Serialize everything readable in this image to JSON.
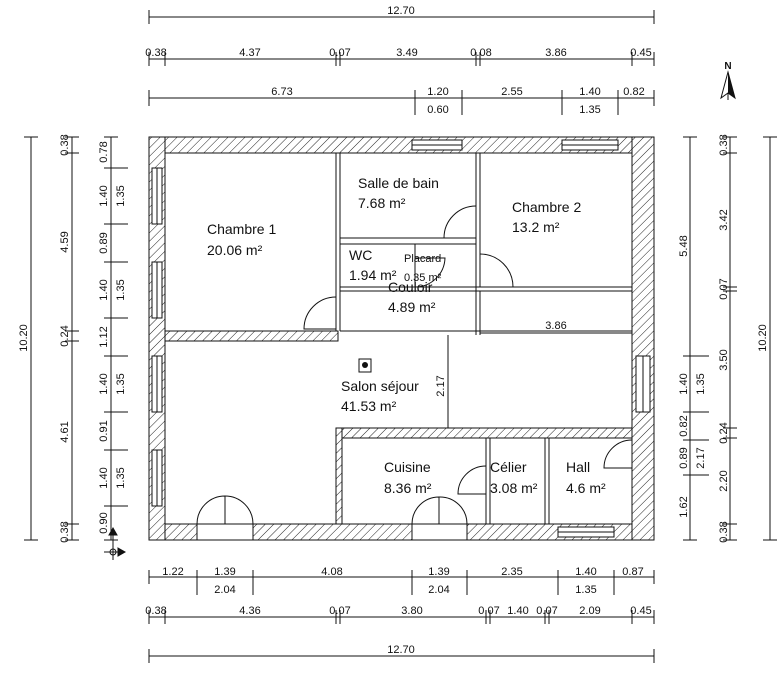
{
  "top_dims": {
    "overall": "12.70",
    "row1": [
      "0.38",
      "4.37",
      "0.07",
      "3.49",
      "0.08",
      "3.86",
      "0.45"
    ],
    "row2_upper": [
      "6.73",
      "1.20",
      "2.55",
      "1.40",
      "0.82"
    ],
    "row2_lower": [
      "0.60",
      "1.35"
    ]
  },
  "bottom_dims": {
    "row1_upper": [
      "1.22",
      "1.39",
      "4.08",
      "1.39",
      "2.35",
      "1.40",
      "0.87"
    ],
    "row1_lower": [
      "2.04",
      "2.04",
      "1.35"
    ],
    "row2": [
      "0.38",
      "4.36",
      "0.07",
      "3.80",
      "0.07",
      "1.40",
      "0.07",
      "2.09",
      "0.45"
    ],
    "overall": "12.70"
  },
  "left_dims": {
    "overall": "10.20",
    "outer": [
      "0.38",
      "4.59",
      "0.24",
      "4.61",
      "0.38"
    ],
    "inner_a": [
      "0.78",
      "1.40",
      "0.89",
      "1.40",
      "1.12",
      "1.40",
      "0.91",
      "1.40",
      "0.90"
    ],
    "inner_b": [
      "1.35",
      "1.35",
      "1.35",
      "1.35"
    ]
  },
  "right_dims": {
    "overall": "10.20",
    "outer": [
      "0.38",
      "3.42",
      "0.07",
      "3.50",
      "0.24",
      "2.20",
      "0.38"
    ],
    "inner_a": [
      "5.48",
      "1.40",
      "0.82",
      "0.89",
      "1.62"
    ],
    "inner_b": [
      "1.35",
      "2.17"
    ]
  },
  "interior_dims": {
    "corridor_width": "3.86",
    "salon_depth": "2.17"
  },
  "north_label": "N",
  "rooms": [
    {
      "name": "Chambre 1",
      "area": "20.06 m²"
    },
    {
      "name": "Salle de bain",
      "area": "7.68 m²"
    },
    {
      "name": "Chambre 2",
      "area": "13.2 m²"
    },
    {
      "name": "WC",
      "area": "1.94 m²"
    },
    {
      "name": "Placard",
      "area": "0.35 m²"
    },
    {
      "name": "Couloir",
      "area": "4.89 m²"
    },
    {
      "name": "Salon séjour",
      "area": "41.53 m²"
    },
    {
      "name": "Cuisine",
      "area": "8.36 m²"
    },
    {
      "name": "Célier",
      "area": "3.08 m²"
    },
    {
      "name": "Hall",
      "area": "4.6 m²"
    }
  ]
}
